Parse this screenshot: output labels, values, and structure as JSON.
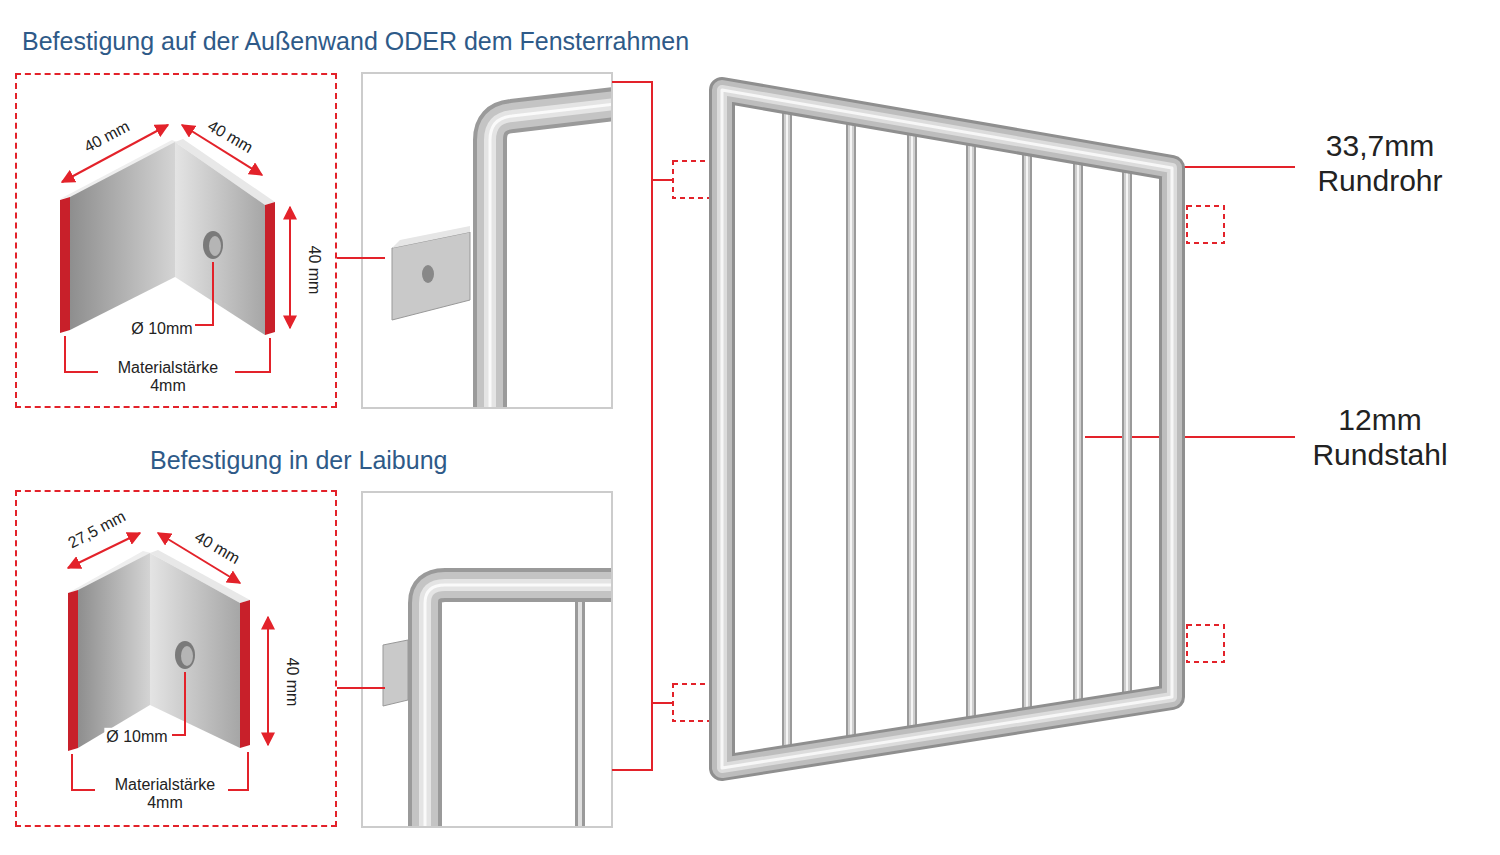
{
  "diagram": {
    "nodes": [
      {
        "text": [
          "Befestigung auf der Außenwand ODER dem Fensterrahmen",
          "40 mm",
          "40 mm",
          "40 mm",
          "Ø 10mm",
          "Materialstärke 4mm"
        ]
      },
      {
        "text": [
          "Befestigung in der Laibung",
          "27,5 mm",
          "40 mm",
          "40 mm",
          "Ø 10mm",
          "Materialstärke 4mm"
        ]
      }
    ],
    "labels": [
      "33,7mm Rundrohr",
      "12mm Rundstahl"
    ]
  }
}
